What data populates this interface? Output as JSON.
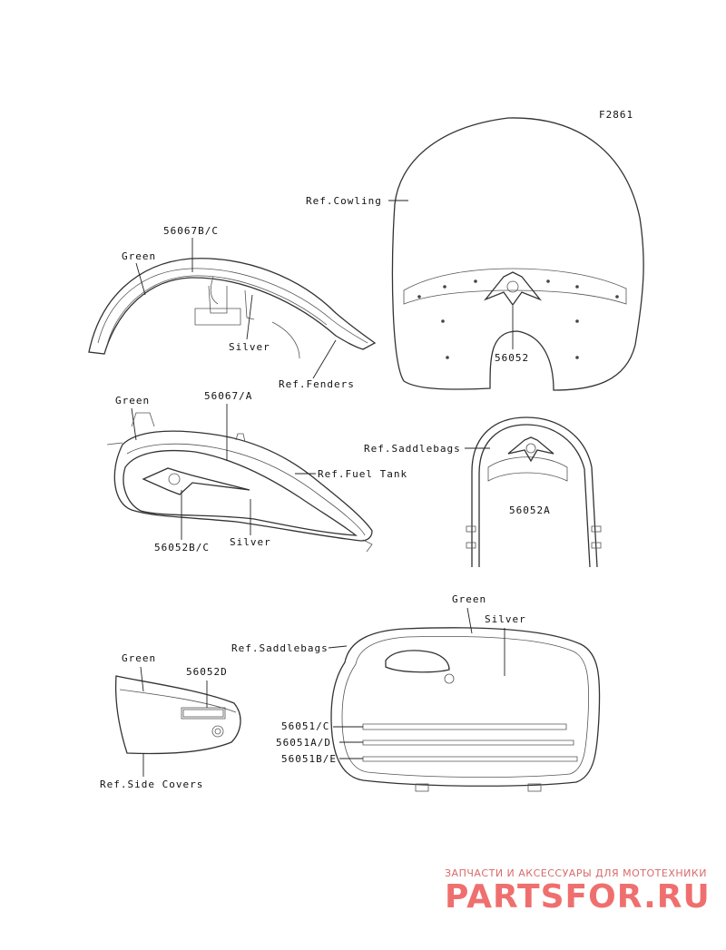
{
  "figure_code": "F2861",
  "labels": {
    "ref_cowling": "Ref.Cowling",
    "p56052": "56052",
    "p56067bc": "56067B/C",
    "green_fender": "Green",
    "silver_fender": "Silver",
    "ref_fenders": "Ref.Fenders",
    "green_tank": "Green",
    "p56067a": "56067/A",
    "ref_fuel_tank": "Ref.Fuel Tank",
    "silver_tank": "Silver",
    "p56052bc": "56052B/C",
    "ref_saddlebags_top": "Ref.Saddlebags",
    "p56052a": "56052A",
    "green_bag": "Green",
    "silver_bag": "Silver",
    "ref_saddlebags_bottom": "Ref.Saddlebags",
    "green_side": "Green",
    "p56052d": "56052D",
    "ref_side_covers": "Ref.Side Covers",
    "p56051c": "56051/C",
    "p56051ad": "56051A/D",
    "p56051be": "56051B/E"
  },
  "watermark": {
    "tagline": "ЗАПЧАСТИ И АКСЕССУАРЫ ДЛЯ МОТОТЕХНИКИ",
    "brand": "PARTSFOR.RU"
  },
  "colors": {
    "watermark": "#ef6f6f",
    "line": "#333333"
  }
}
